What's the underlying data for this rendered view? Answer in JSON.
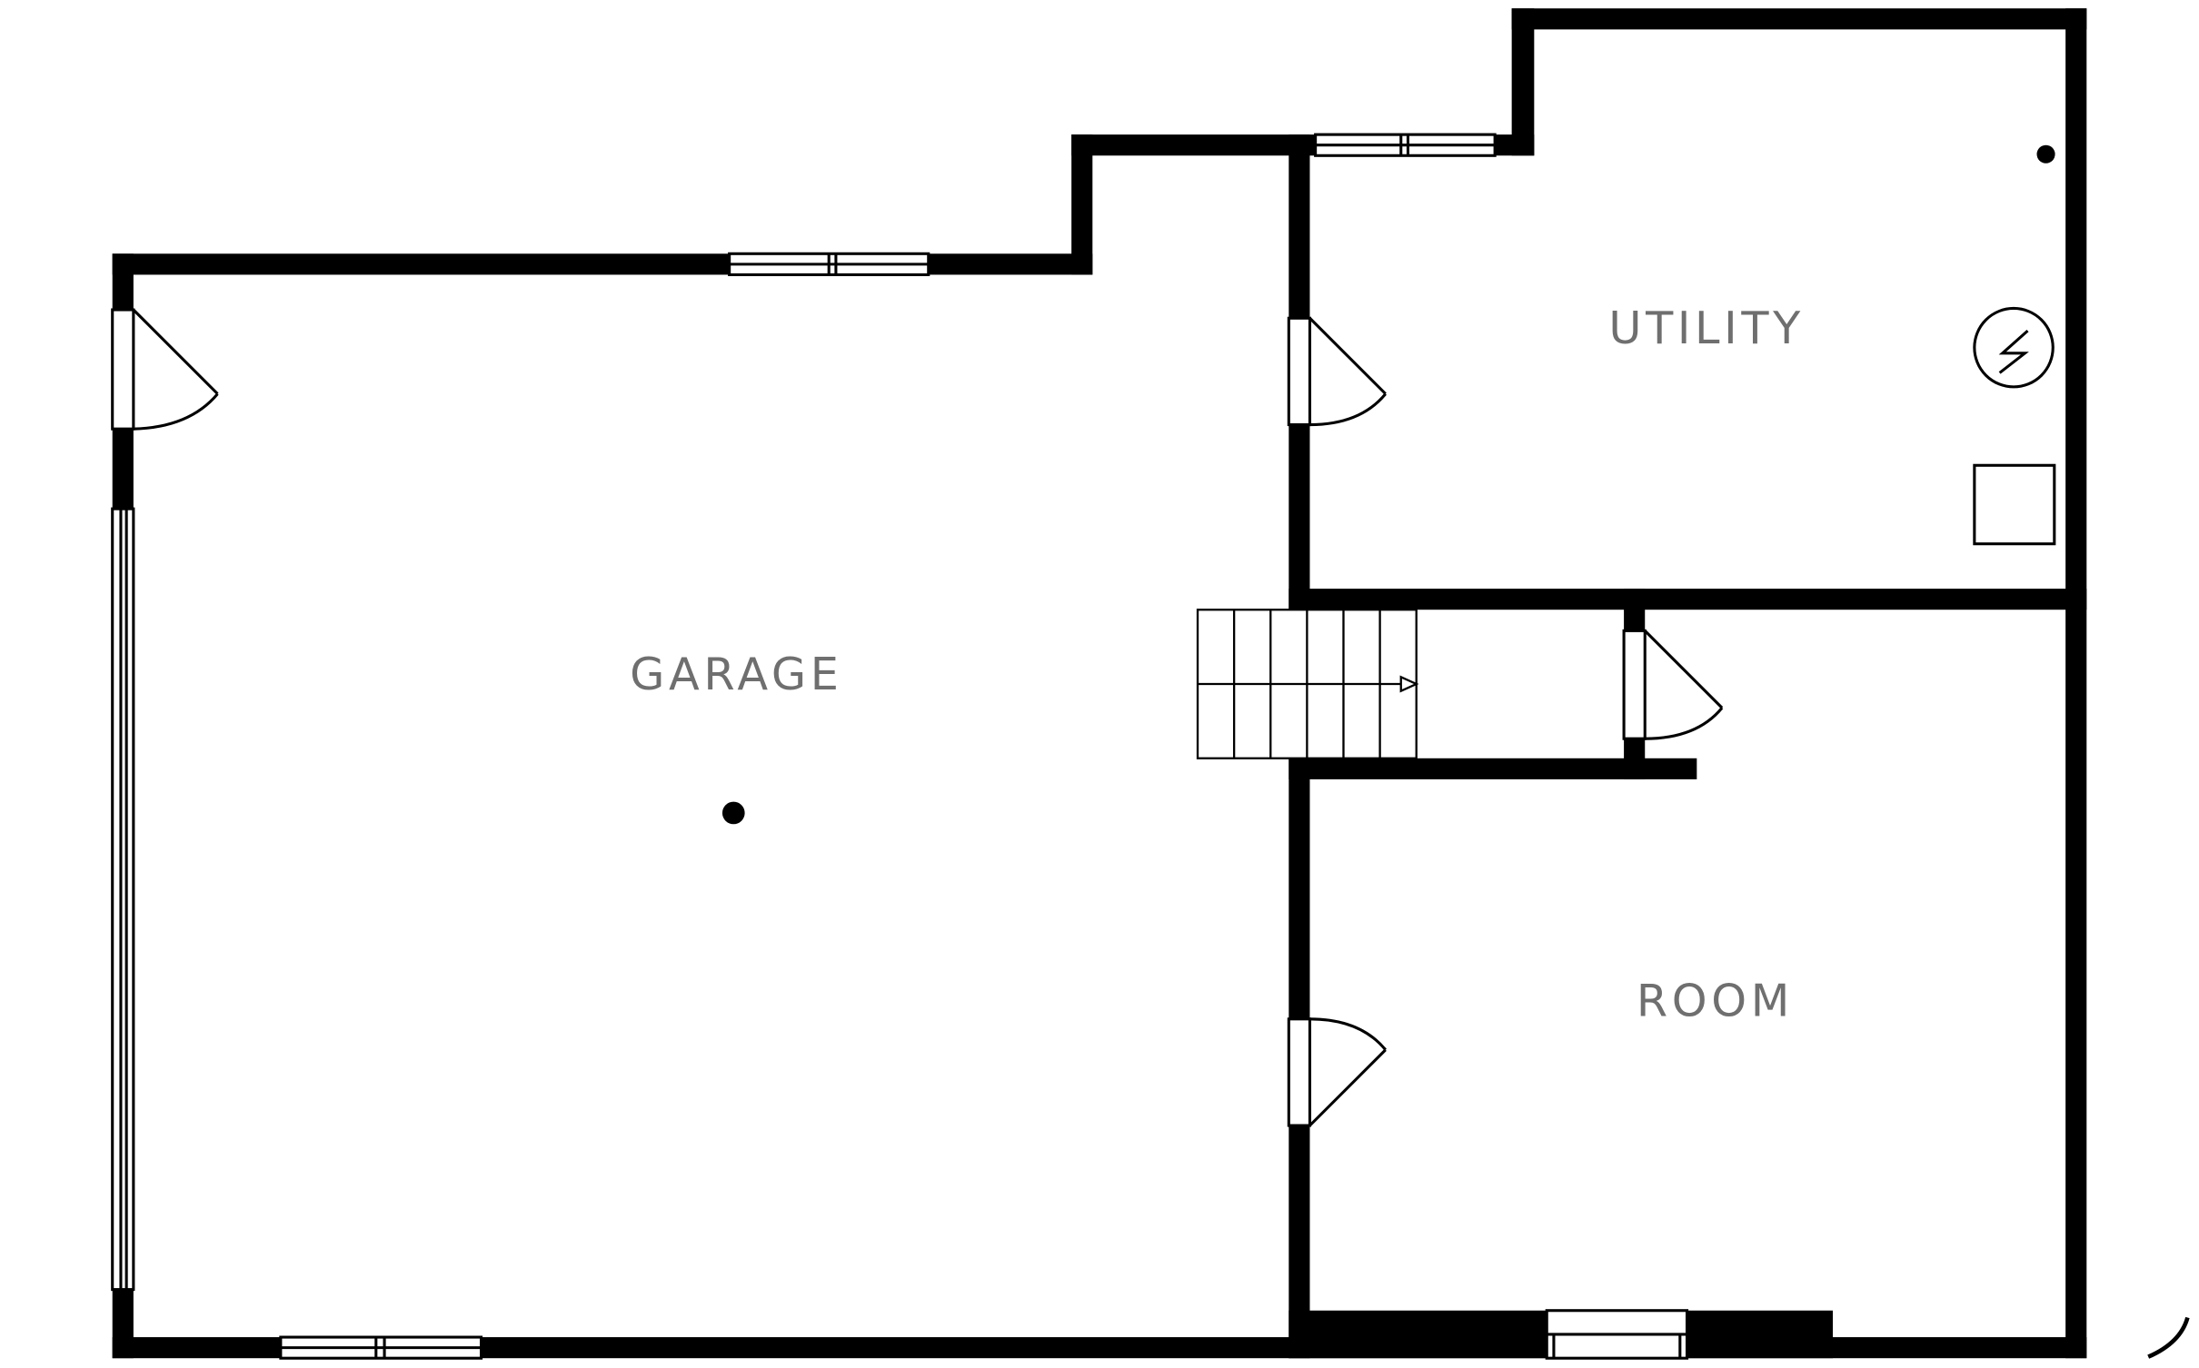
{
  "rooms": {
    "garage": "GARAGE",
    "utility": "UTILITY",
    "room": "ROOM"
  },
  "colors": {
    "wall": "#000000",
    "label": "#6f6f6f",
    "background": "#ffffff"
  },
  "icons": {
    "electrical_panel": "electrical-panel-icon",
    "appliance_box": "square-appliance-icon",
    "ceiling_fixture": "ceiling-light-dot-icon",
    "stair_direction": "stair-arrow-icon"
  }
}
